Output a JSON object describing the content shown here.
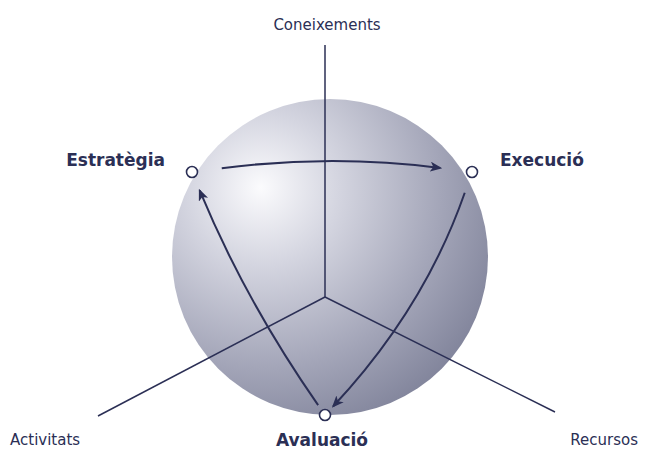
{
  "diagram": {
    "nodes": [
      {
        "text": [
          "Estratègia"
        ]
      },
      {
        "text": [
          "Execució"
        ]
      },
      {
        "text": [
          "Avaluació"
        ]
      }
    ],
    "edges": [
      {
        "from": 0,
        "to": 1,
        "arrow": "to"
      },
      {
        "from": 1,
        "to": 2,
        "arrow": "to"
      },
      {
        "from": 2,
        "to": 0,
        "arrow": "to"
      }
    ],
    "labels": [
      "Coneixements",
      "Activitats",
      "Recursos"
    ]
  }
}
